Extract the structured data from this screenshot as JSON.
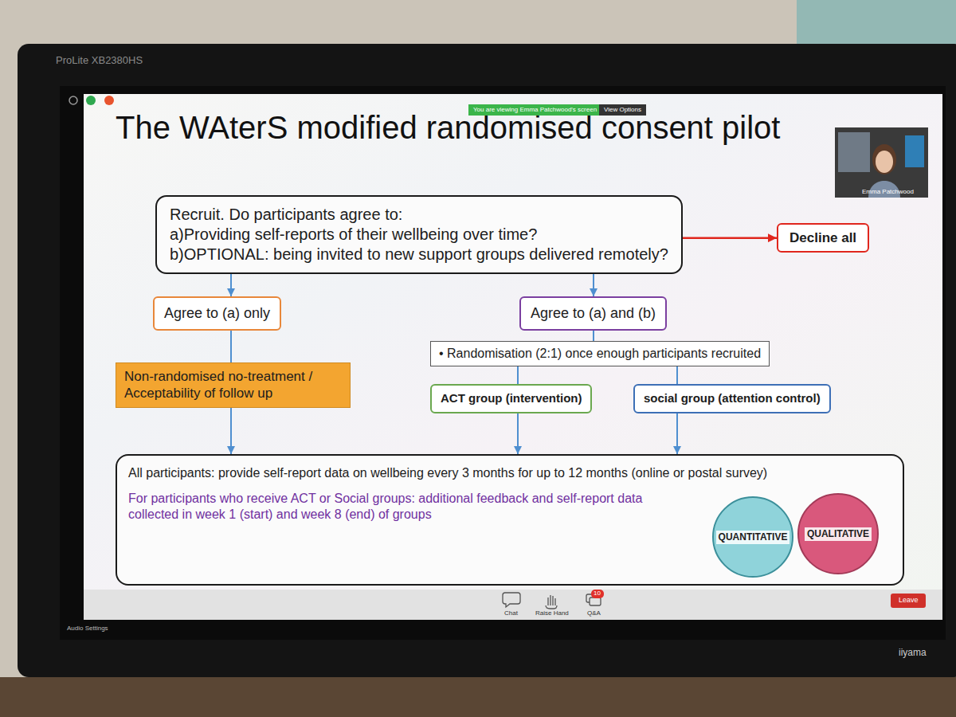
{
  "diagram": {
    "title": "The WAterS modified randomised consent pilot",
    "nodes": [
      {
        "text": [
          "Recruit. Do participants agree to:",
          "a)Providing self-reports of their wellbeing over time?",
          "b)OPTIONAL: being invited to new support groups delivered remotely?"
        ]
      },
      {
        "text": [
          "Decline all"
        ]
      },
      {
        "text": [
          "Agree to (a) only"
        ]
      },
      {
        "text": [
          "Agree to (a) and (b)"
        ]
      },
      {
        "text": [
          "• Randomisation (2:1) once enough participants recruited"
        ]
      },
      {
        "text": [
          "Non-randomised no-treatment / Acceptability of follow up"
        ]
      },
      {
        "text": [
          "ACT group (intervention)"
        ]
      },
      {
        "text": [
          "social group (attention control)"
        ]
      },
      {
        "text": [
          "All participants: provide self-report data on wellbeing every 3 months for up to 12 months (online or postal survey)",
          "For participants who receive ACT or Social groups: additional feedback and self-report data collected in week 1 (start) and week 8 (end) of groups"
        ]
      },
      {
        "text": [
          "QUANTITATIVE"
        ]
      },
      {
        "text": [
          "QUALITATIVE"
        ]
      }
    ],
    "edges": [
      {
        "from": 0,
        "to": 1,
        "arrow": "to"
      },
      {
        "from": 0,
        "to": 2,
        "arrow": "to"
      },
      {
        "from": 0,
        "to": 3,
        "arrow": "to"
      },
      {
        "from": 2,
        "to": 5,
        "arrow": "none"
      },
      {
        "from": 3,
        "to": 4,
        "arrow": "none"
      },
      {
        "from": 4,
        "to": 6,
        "arrow": "none"
      },
      {
        "from": 4,
        "to": 7,
        "arrow": "none"
      },
      {
        "from": 5,
        "to": 8,
        "arrow": "to"
      },
      {
        "from": 6,
        "to": 8,
        "arrow": "to"
      },
      {
        "from": 7,
        "to": 8,
        "arrow": "to"
      }
    ],
    "labels": [
      "You are viewing Emma Patchwood's screen",
      "View Options",
      "Emma Patchwood",
      "Chat",
      "Raise Hand",
      "Q&A",
      "10",
      "Leave",
      "Audio Settings",
      "ProLite XB2380HS",
      "iiyama"
    ]
  }
}
